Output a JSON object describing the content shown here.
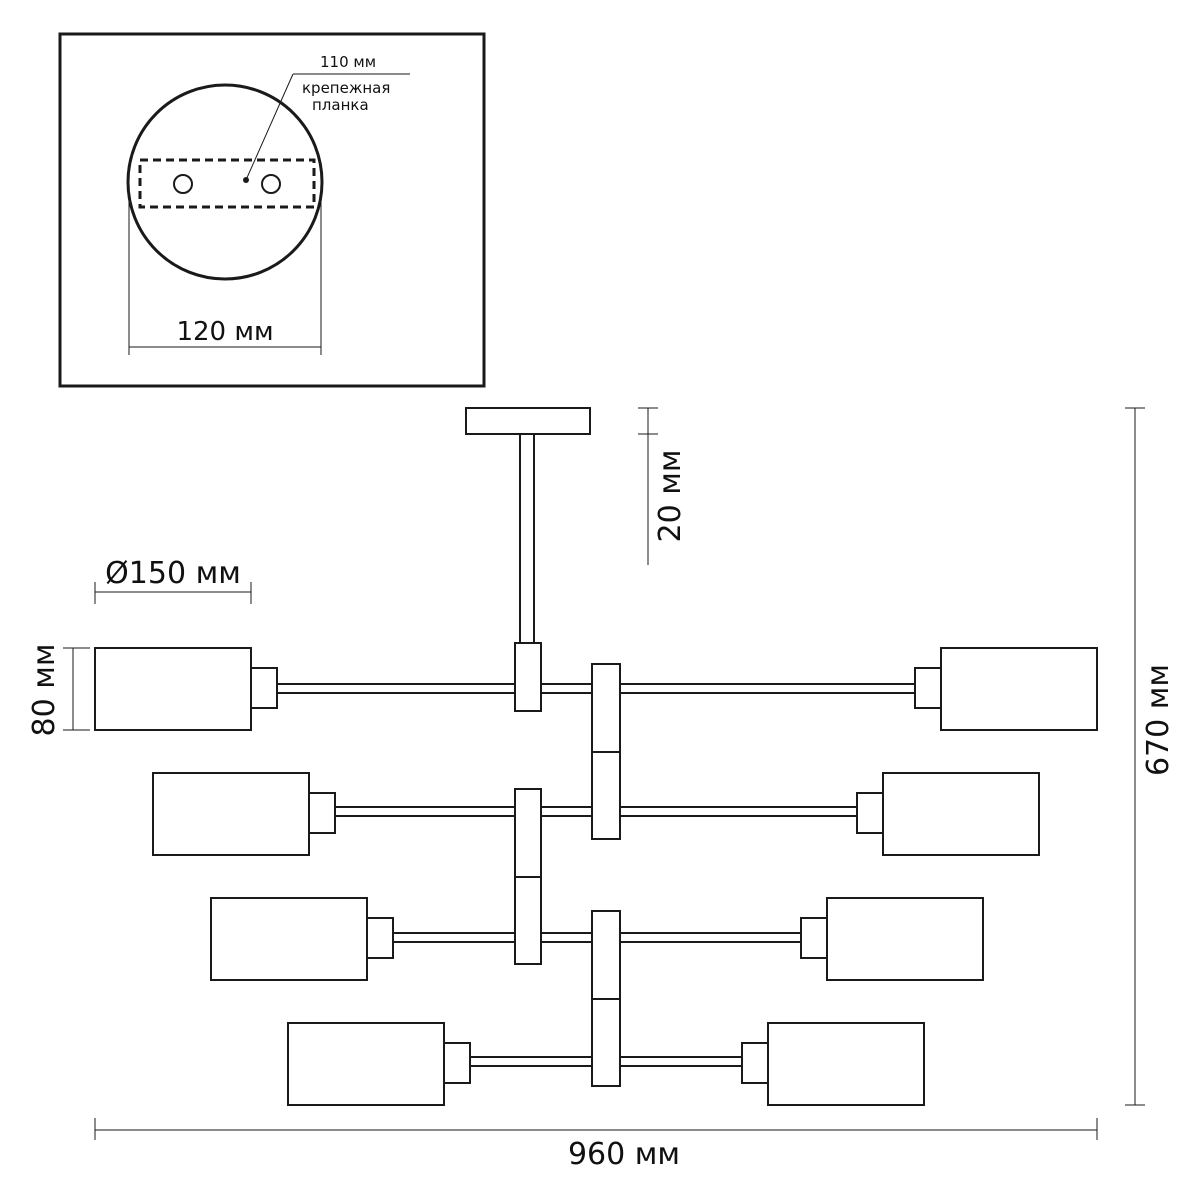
{
  "mount_detail": {
    "plate_width_label": "110 мм",
    "plate_label_line1": "крепежная",
    "plate_label_line2": "планка",
    "base_diameter_label": "120 мм"
  },
  "dimensions": {
    "canopy_height": "20 мм",
    "shade_diameter": "Ø150 мм",
    "shade_height": "80 мм",
    "total_height": "670 мм",
    "total_width": "960 мм"
  },
  "colors": {
    "line": "#1a1a1a",
    "background": "#ffffff"
  }
}
